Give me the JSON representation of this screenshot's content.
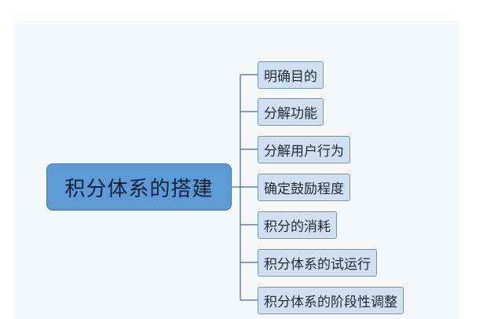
{
  "colors": {
    "panel_background": "#f5f8fb",
    "root_fill": "#5d9bd6",
    "root_border": "#3f77b0",
    "branch_fill": "#cfe0f3",
    "branch_border": "#6f93bd",
    "connector": "#3f6aa0"
  },
  "mindmap": {
    "root": "积分体系的搭建",
    "branches": [
      "明确目的",
      "分解功能",
      "分解用户行为",
      "确定鼓励程度",
      "积分的消耗",
      "积分体系的试运行",
      "积分体系的阶段性调整"
    ]
  }
}
